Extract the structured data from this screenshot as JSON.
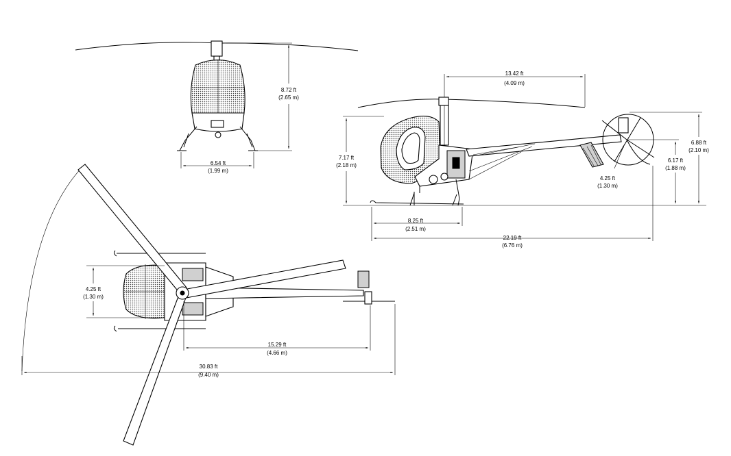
{
  "front_view": {
    "height": {
      "ft": "8.72 ft",
      "m": "(2.65 m)"
    },
    "skid_width": {
      "ft": "6.54 ft",
      "m": "(1.99 m)"
    }
  },
  "side_view": {
    "main_rotor_radius": {
      "ft": "13.42 ft",
      "m": "(4.09 m)"
    },
    "rotor_hub_height": {
      "ft": "7.17 ft",
      "m": "(2.18 m)"
    },
    "tail_rotor_top_height": {
      "ft": "6.88 ft",
      "m": "(2.10 m)"
    },
    "tail_rotor_hub_height": {
      "ft": "6.17 ft",
      "m": "(1.88 m)"
    },
    "tail_rotor_diameter": {
      "ft": "4.25 ft",
      "m": "(1.30 m)"
    },
    "skid_length": {
      "ft": "8.25 ft",
      "m": "(2.51 m)"
    },
    "overall_length": {
      "ft": "22.19 ft",
      "m": "(6.76 m)"
    }
  },
  "top_view": {
    "cabin_width": {
      "ft": "4.25 ft",
      "m": "(1.30 m)"
    },
    "hub_to_tail_rotor": {
      "ft": "15.29 ft",
      "m": "(4.66 m)"
    },
    "rotor_span_length": {
      "ft": "30.83 ft",
      "m": "(9.40 m)"
    }
  }
}
